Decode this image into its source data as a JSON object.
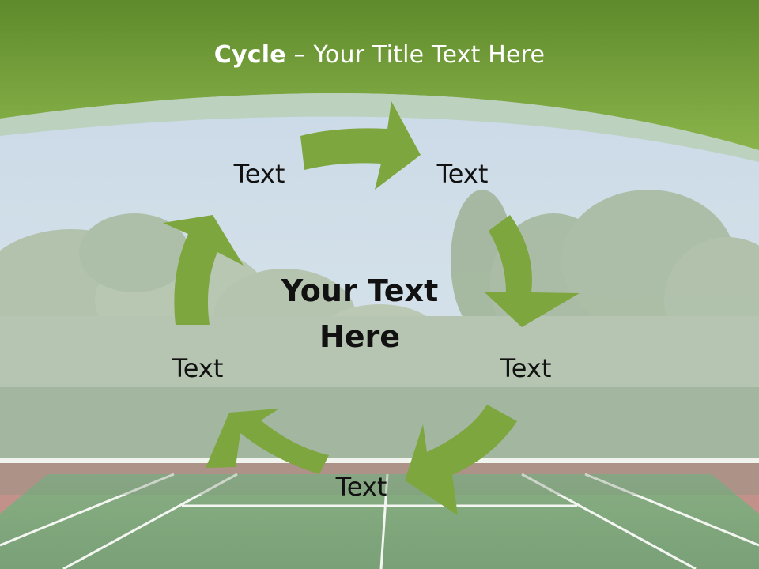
{
  "slide": {
    "title_bold": "Cycle",
    "title_rest": " – Your Title Text Here",
    "center_text_line1": "Your Text",
    "center_text_line2": "Here",
    "labels": [
      "Text",
      "Text",
      "Text",
      "Text",
      "Text"
    ]
  },
  "colors": {
    "header_green": "#6f9a35",
    "header_green_light": "#8db84a",
    "arrow_green": "#7ea63e",
    "sky": "#c4d6e4",
    "court_green": "#5f8f5c",
    "court_red": "#b86a60",
    "foliage": "#8fa787"
  },
  "background": {
    "scene": "tennis-court-with-trees"
  },
  "diagram": {
    "type": "cycle",
    "direction": "clockwise",
    "steps": 5
  }
}
